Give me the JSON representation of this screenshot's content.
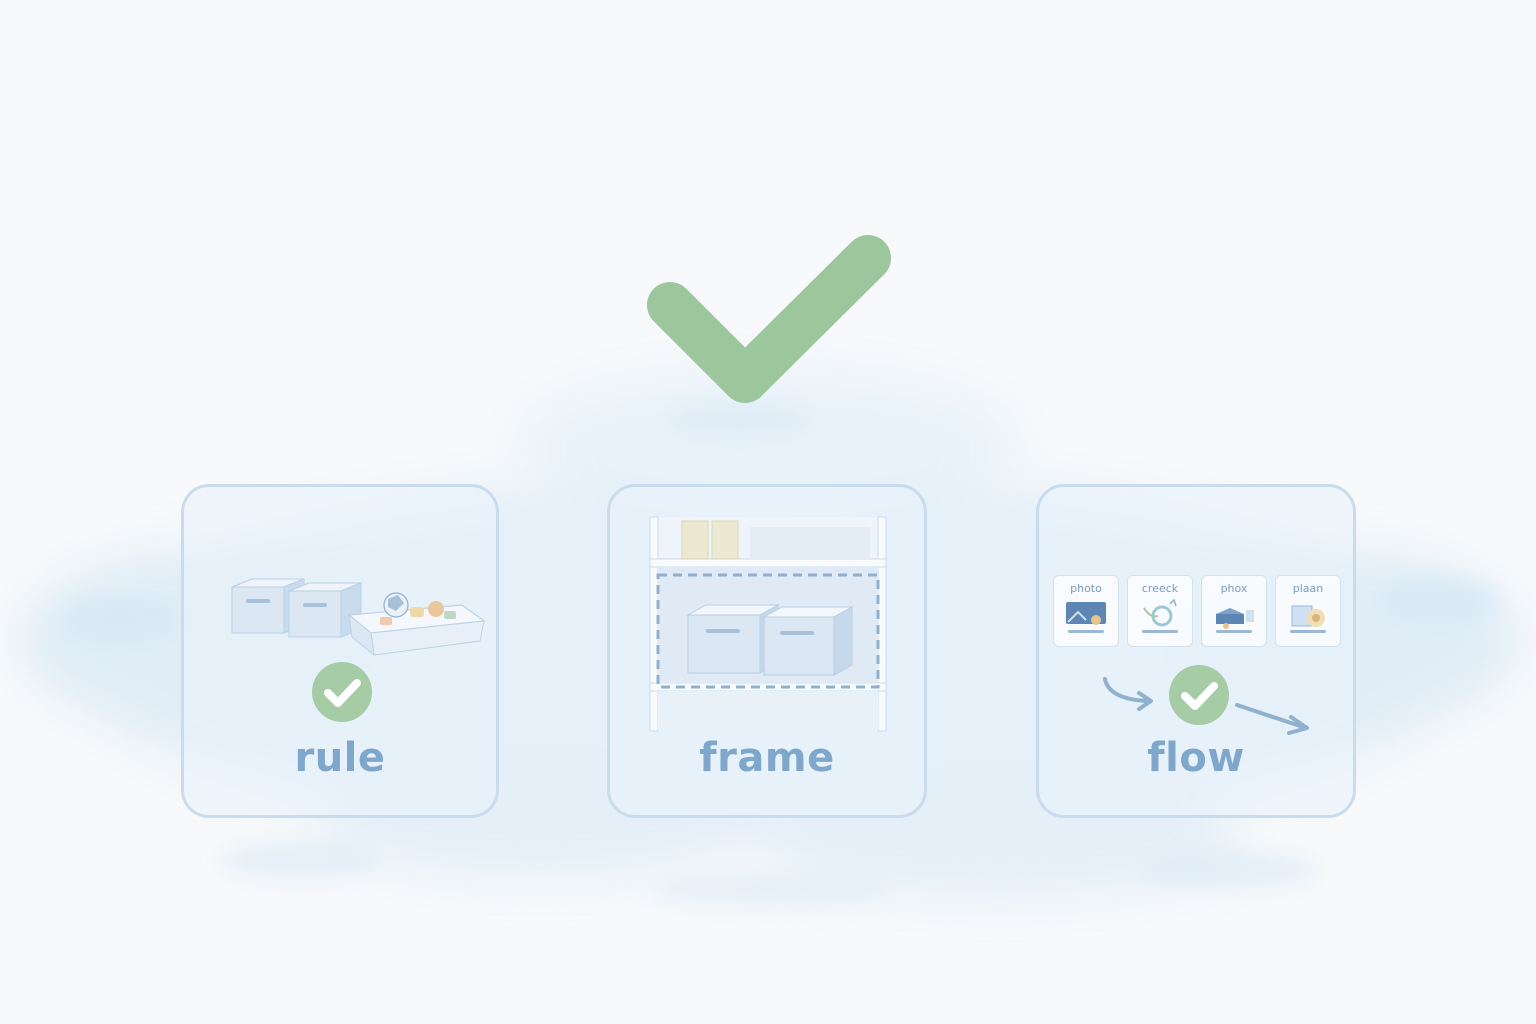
{
  "hero": {
    "icon": "check-icon",
    "color": "#9cc79c"
  },
  "cards": [
    {
      "label": "rule",
      "icon": "check-circle-icon",
      "illustration": "storage-boxes-with-toy-bin"
    },
    {
      "label": "frame",
      "illustration": "shelf-with-boxes-in-dashed-frame"
    },
    {
      "label": "flow",
      "icon": "check-circle-icon",
      "illustration": "step-cards-with-arrows"
    }
  ],
  "flow_steps": [
    {
      "label": "photo"
    },
    {
      "label": "creeck"
    },
    {
      "label": "phox"
    },
    {
      "label": "plaan"
    }
  ],
  "colors": {
    "background": "#f7f9fb",
    "card_border": "#c9dcee",
    "label_text": "#7ea7cb",
    "check_green": "#9cc79c",
    "box_blue": "#dbe8f4"
  }
}
